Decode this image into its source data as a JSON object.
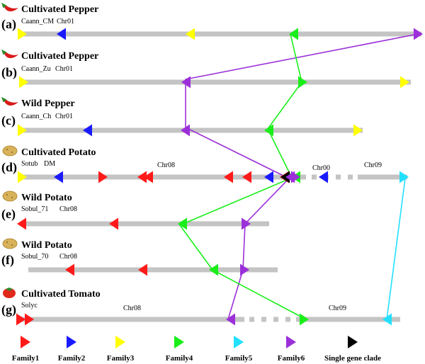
{
  "colors": {
    "track": "#c4c4c4",
    "family1": "#ff1a1a",
    "family2": "#1a1aff",
    "family3": "#ffff00",
    "family4": "#1aee1a",
    "family5": "#22e0ff",
    "family6": "#9b30d9",
    "single": "#000000"
  },
  "icons": {
    "pepper": "chili-pepper-icon",
    "potato": "potato-icon",
    "tomato": "tomato-icon"
  },
  "rows": [
    {
      "letter": "(a)",
      "title": "Cultivated Pepper",
      "icon": "pepper",
      "label1": "Caann_CM",
      "label2": "Chr01",
      "extra_labels": []
    },
    {
      "letter": "(b)",
      "title": "Cultivated Pepper",
      "icon": "pepper",
      "label1": "Caann_Zu",
      "label2": "Chr01",
      "extra_labels": []
    },
    {
      "letter": "(c)",
      "title": "Wild Pepper",
      "icon": "pepper",
      "label1": "Caann_Ch",
      "label2": "Chr01",
      "extra_labels": []
    },
    {
      "letter": "(d)",
      "title": "Cultivated Potato",
      "icon": "potato",
      "label1": "Sotub",
      "label2": "DM",
      "extra_labels": [
        "Chr08",
        "Chr00",
        "Chr09"
      ]
    },
    {
      "letter": "(e)",
      "title": "Wild Potato",
      "icon": "potato",
      "label1": "Sobul_71",
      "label2": "Chr08",
      "extra_labels": []
    },
    {
      "letter": "(f)",
      "title": "Wild Potato",
      "icon": "potato",
      "label1": "Sobul_70",
      "label2": "Chr08",
      "extra_labels": []
    },
    {
      "letter": "(g)",
      "title": "Cultivated Tomato",
      "icon": "tomato",
      "label1": "Solyc",
      "label2": "",
      "extra_labels": [
        "Chr08",
        "Chr09"
      ]
    }
  ],
  "legend": [
    {
      "label": "Family1",
      "color": "family1"
    },
    {
      "label": "Family2",
      "color": "family2"
    },
    {
      "label": "Family3",
      "color": "family3"
    },
    {
      "label": "Family4",
      "color": "family4"
    },
    {
      "label": "Family5",
      "color": "family5"
    },
    {
      "label": "Family6",
      "color": "family6"
    },
    {
      "label": "Single gene clade",
      "color": "single"
    }
  ]
}
